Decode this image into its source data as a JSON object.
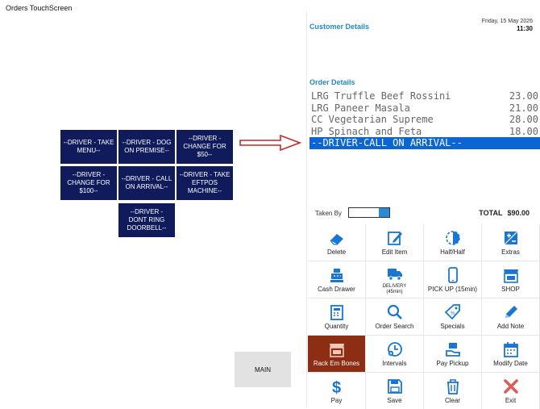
{
  "window": {
    "title": "Orders TouchScreen"
  },
  "driver_buttons": [
    "--DRIVER - TAKE MENU--",
    "--DRIVER - DOG ON PREMISE--",
    "--DRIVER - CHANGE FOR $50--",
    "--DRIVER - CHANGE FOR $100--",
    "--DRIVER - CALL ON ARRIVAL--",
    "--DRIVER - TAKE EFTPOS MACHINE--",
    "--DRIVER - DONT RING DOORBELL--"
  ],
  "main_button": "MAIN",
  "header": {
    "date": "Friday, 15 May 2026",
    "time": "11:30"
  },
  "customer_details_title": "Customer Details",
  "order_details_title": "Order Details",
  "orders": [
    {
      "name": "LRG Truffle Beef Rossini",
      "price": "23.00"
    },
    {
      "name": "LRG Paneer Masala",
      "price": "21.00"
    },
    {
      "name": "CC Vegetarian Supreme",
      "price": "28.00"
    },
    {
      "name": "HP Spinach and Feta",
      "price": "18.00"
    },
    {
      "name": "--DRIVER-CALL ON ARRIVAL--",
      "price": ""
    }
  ],
  "taken_by_label": "Taken By",
  "total": {
    "label": "TOTAL",
    "value": "$90.00"
  },
  "actions": [
    {
      "label": "Delete",
      "icon": "eraser-icon"
    },
    {
      "label": "Edit Item",
      "icon": "edit-icon"
    },
    {
      "label": "Half/Half",
      "icon": "half-circle-icon"
    },
    {
      "label": "Extras",
      "icon": "plus-minus-icon"
    },
    {
      "label": "Cash Drawer",
      "icon": "cash-register-icon"
    },
    {
      "label": "DELIVERY",
      "sub": "(45min)",
      "icon": "truck-icon"
    },
    {
      "label": "PICK UP (15min)",
      "icon": "phone-icon"
    },
    {
      "label": "SHOP",
      "icon": "shop-icon"
    },
    {
      "label": "Quantity",
      "icon": "calculator-icon"
    },
    {
      "label": "Order Search",
      "icon": "search-icon"
    },
    {
      "label": "Specials",
      "icon": "tag-icon"
    },
    {
      "label": "Add Note",
      "icon": "pencil-icon"
    },
    {
      "label": "Rack Em Bones",
      "icon": "store-icon"
    },
    {
      "label": "Intervals",
      "icon": "clock-plus-icon"
    },
    {
      "label": "Pay Pickup",
      "icon": "hand-money-icon"
    },
    {
      "label": "Modify Date",
      "icon": "calendar-icon"
    },
    {
      "label": "Pay",
      "icon": "dollar-icon"
    },
    {
      "label": "Save",
      "icon": "save-icon"
    },
    {
      "label": "Clear",
      "icon": "trash-icon"
    },
    {
      "label": "Exit",
      "icon": "close-icon"
    }
  ],
  "colors": {
    "navy": "#0f1b5a",
    "accent_blue": "#1f8ac9",
    "selection_blue": "#0a66d0",
    "rack_brown": "#8b2e13",
    "exit_red": "#e05a5a"
  }
}
